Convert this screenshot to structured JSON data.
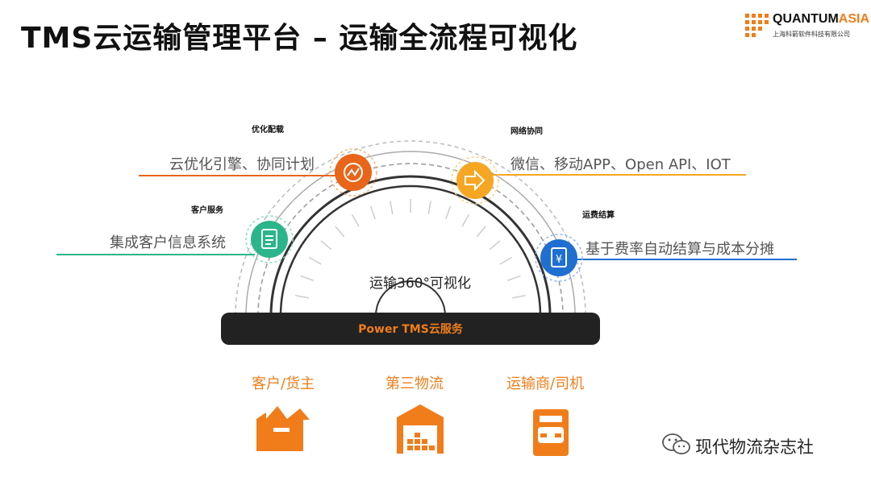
{
  "title": "TMS云运输管理平台 – 运输全流程可视化",
  "logo": {
    "name_main": "QUANTUM",
    "name_accent": "ASIA",
    "subtitle": "上海科箭软件科技有限公司"
  },
  "features": [
    {
      "heading": "优化配载",
      "description": "云优化引擎、协同计划",
      "icon": "line-chart-icon",
      "color": "#e8651a"
    },
    {
      "heading": "网络协同",
      "description": "微信、移动APP、Open API、IOT",
      "icon": "arrow-right-icon",
      "color": "#f5a623"
    },
    {
      "heading": "客户服务",
      "description": "集成客户信息系统",
      "icon": "clipboard-icon",
      "color": "#2bb58a"
    },
    {
      "heading": "运费结算",
      "description": "基于费率自动结算与成本分摊",
      "icon": "yuan-receipt-icon",
      "color": "#1f6fd1"
    }
  ],
  "center_label": "运输360°可视化",
  "platform": {
    "label": "Power TMS云服务"
  },
  "stakeholders": [
    {
      "label": "客户/货主",
      "icon": "box-icon"
    },
    {
      "label": "第三物流",
      "icon": "warehouse-icon"
    },
    {
      "label": "运输商/司机",
      "icon": "truck-icon"
    }
  ],
  "watermark": {
    "text": "现代物流杂志社",
    "icon": "wechat-icon"
  },
  "colors": {
    "accent": "#f07d1a",
    "dark_bar": "#222222"
  }
}
